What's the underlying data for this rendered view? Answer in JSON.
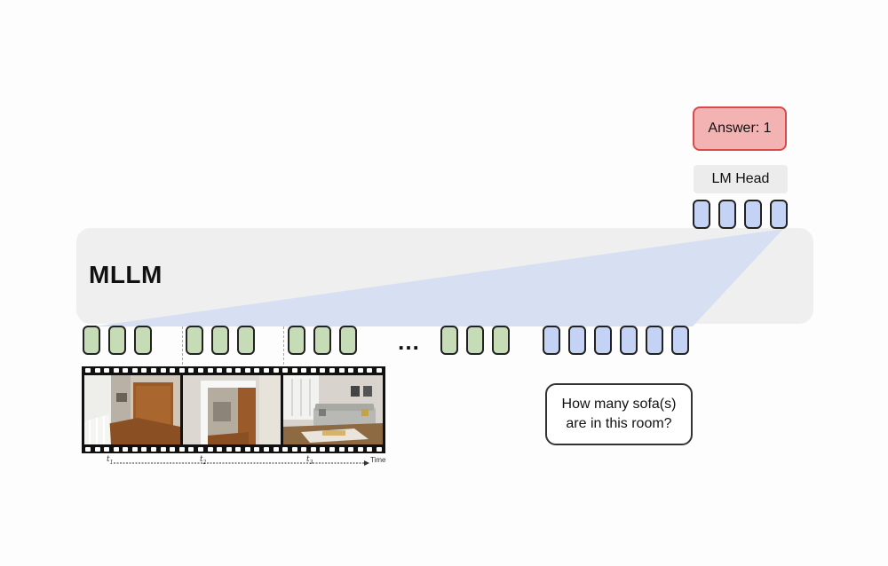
{
  "model": {
    "label": "MLLM"
  },
  "output": {
    "lm_head_label": "LM Head",
    "answer_label": "Answer: 1"
  },
  "input": {
    "question_lines": [
      "How many sofa(s)",
      "are in this room?"
    ],
    "ellipsis": "…"
  },
  "timeline": {
    "ticks": [
      {
        "base": "t",
        "sub": "1"
      },
      {
        "base": "t",
        "sub": "2"
      },
      {
        "base": "t",
        "sub": "3"
      }
    ],
    "axis_label": "Time"
  },
  "colors": {
    "visual_token": "#c6dcb6",
    "text_token": "#c4d3f5",
    "answer_fill": "#f4b3b3",
    "answer_border": "#d94a4a",
    "attention_fill": "#d5ddf2"
  }
}
